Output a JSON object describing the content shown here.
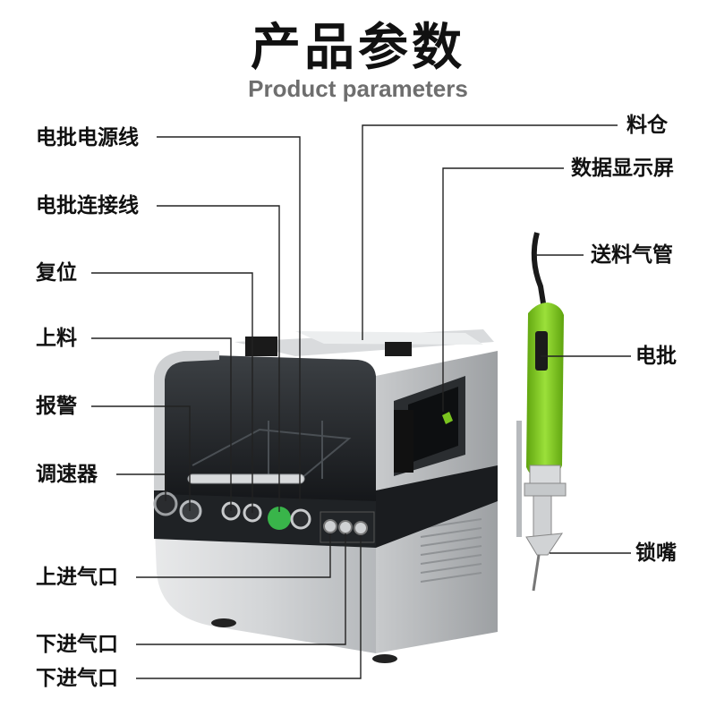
{
  "title": "产品参数",
  "subtitle": "Product parameters",
  "labels_left": {
    "power_cable": "电批电源线",
    "connect_cable": "电批连接线",
    "reset": "复位",
    "feed": "上料",
    "alarm": "报警",
    "speed_control": "调速器",
    "upper_air_inlet": "上进气口",
    "lower_air_inlet_1": "下进气口",
    "lower_air_inlet_2": "下进气口"
  },
  "labels_right": {
    "hopper": "料仓",
    "display": "数据显示屏",
    "feed_air_pipe": "送料气管",
    "screwdriver": "电批",
    "nozzle": "锁嘴"
  },
  "colors": {
    "accent_green": "#7ac41f",
    "body_silver": "#c9cccf",
    "panel_dark": "#1c1f22"
  }
}
